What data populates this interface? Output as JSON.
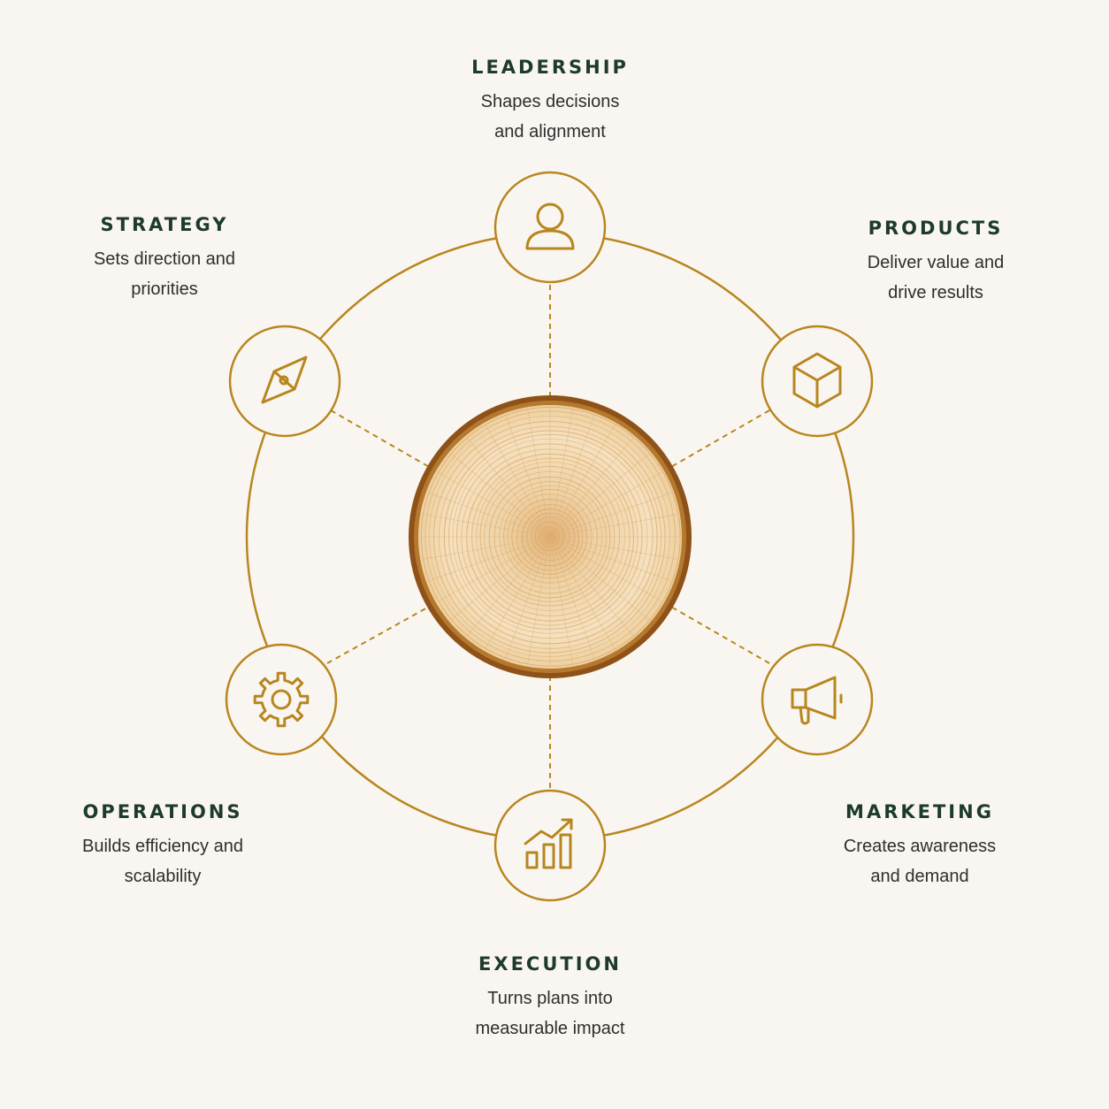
{
  "colors": {
    "background": "#f9f6f1",
    "accent": "#b8861f",
    "title": "#1d3a2b",
    "description": "#2e2e2e",
    "wood_bark": "#9a5a1c",
    "wood_light": "#f3dcb5",
    "wood_ring": "#d9a866"
  },
  "center": {
    "icon": "tree-ring-cross-section"
  },
  "nodes": [
    {
      "id": "leadership",
      "icon": "person-icon",
      "title": "LEADERSHIP",
      "description": "Shapes decisions\nand alignment"
    },
    {
      "id": "products",
      "icon": "box-icon",
      "title": "PRODUCTS",
      "description": "Deliver value and\ndrive results"
    },
    {
      "id": "marketing",
      "icon": "megaphone-icon",
      "title": "MARKETING",
      "description": "Creates awareness\nand demand"
    },
    {
      "id": "execution",
      "icon": "chart-growth-icon",
      "title": "EXECUTION",
      "description": "Turns plans into\nmeasurable impact"
    },
    {
      "id": "operations",
      "icon": "gear-icon",
      "title": "OPERATIONS",
      "description": "Builds efficiency and\nscalability"
    },
    {
      "id": "strategy",
      "icon": "compass-icon",
      "title": "STRATEGY",
      "description": "Sets direction and\npriorities"
    }
  ]
}
